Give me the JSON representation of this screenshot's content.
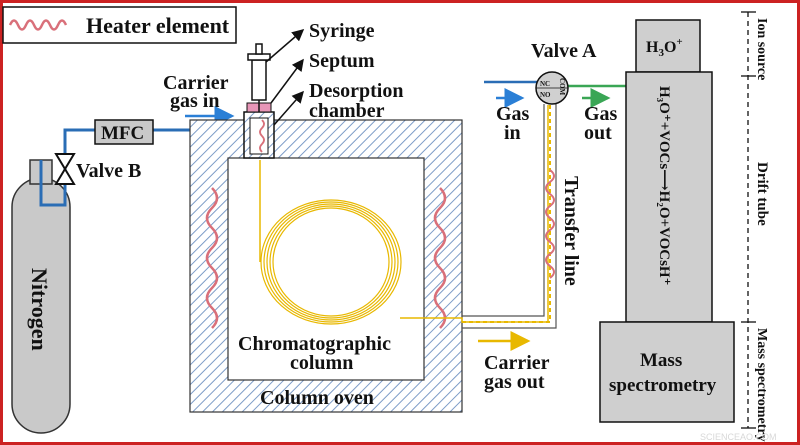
{
  "legend": {
    "heater_element": "Heater element"
  },
  "labels": {
    "syringe": "Syringe",
    "septum": "Septum",
    "desorption_line1": "Desorption",
    "desorption_line2": "chamber",
    "carrier_in_line1": "Carrier",
    "carrier_in_line2": "gas in",
    "mfc": "MFC",
    "valve_b": "Valve B",
    "nitrogen": "Nitrogen",
    "chromatographic_line1": "Chromatographic",
    "chromatographic_line2": "column",
    "column_oven": "Column oven",
    "valve_a": "Valve A",
    "valve_nc": "NC",
    "valve_no": "NO",
    "valve_com": "COM",
    "gas_in_line1": "Gas",
    "gas_in_line2": "in",
    "gas_out_line1": "Gas",
    "gas_out_line2": "out",
    "transfer_line": "Transfer line",
    "carrier_out_line1": "Carrier",
    "carrier_out_line2": "gas out",
    "mass_spec_line1": "Mass",
    "mass_spec_line2": "spectrometry",
    "drift_reaction": "H₃O⁺+VOCs⟶H₂O+VOCsH⁺",
    "side_ion_source": "Ion source",
    "side_drift_tube": "Drift tube",
    "side_mass_spectrometry": "Mass spectrometry",
    "watermark": "SCIENCEAO.COM"
  },
  "colors": {
    "frame": "#cc2222",
    "pipe_blue": "#2a6db5",
    "arrow_blue": "#2a7fd6",
    "column_yellow": "#e8b800",
    "heater_pink": "#d9707a",
    "out_green": "#3aa655",
    "instrument_gray": "#cfcfcf",
    "hatch_blue": "#7d9cc7"
  }
}
